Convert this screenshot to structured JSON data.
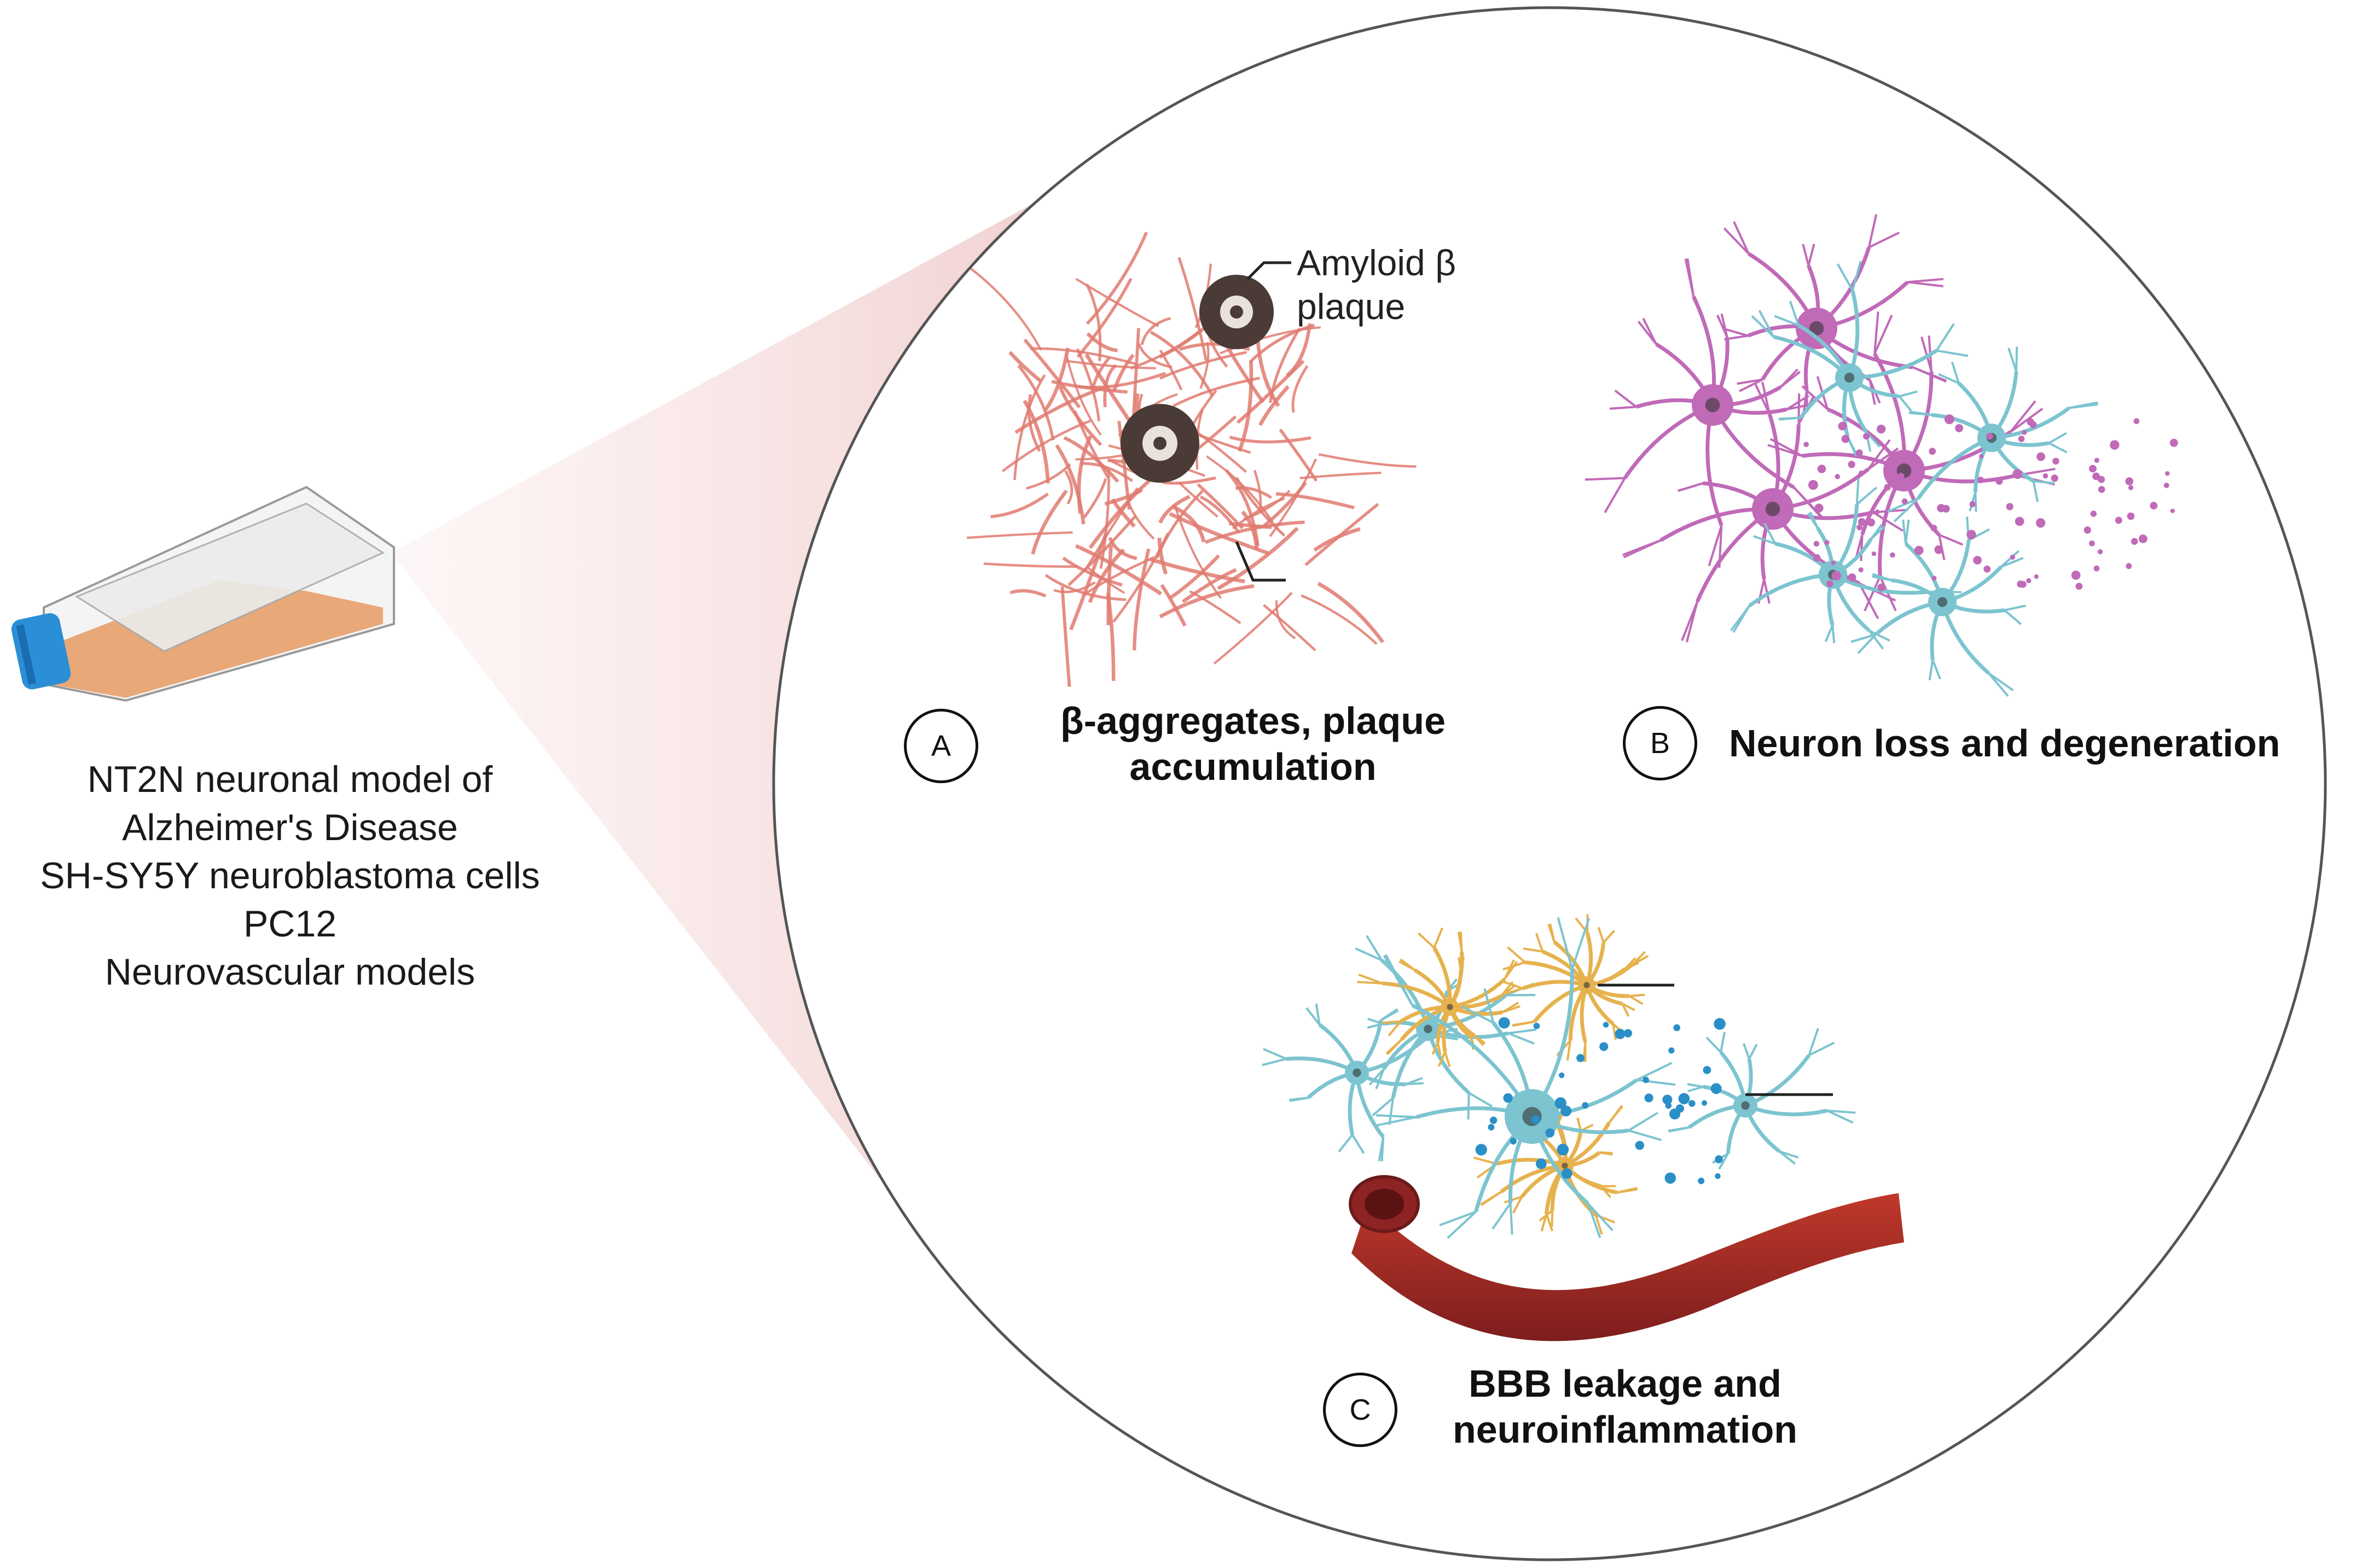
{
  "flask_caption": [
    "NT2N neuronal model of",
    "Alzheimer's Disease",
    "SH-SY5Y neuroblastoma cells",
    "PC12",
    "Neurovascular models"
  ],
  "amyloid_label": [
    "Amyloid β",
    "plaque"
  ],
  "panels": {
    "a": {
      "letter": "A",
      "title": [
        "β-aggregates, plaque",
        "accumulation"
      ]
    },
    "b": {
      "letter": "B",
      "title": [
        "Neuron loss and degeneration"
      ]
    },
    "c": {
      "letter": "C",
      "title": [
        "BBB leakage and",
        "neuroinflammation"
      ]
    }
  },
  "colors": {
    "fibril": "#e07a70",
    "plaque": "#4a3b36",
    "neuron_pink": "#c06ab8",
    "neuron_teal": "#7cc4d0",
    "astrocyte": "#e6b24e",
    "vessel": "#a52a2a",
    "flask_liquid": "#e8a06a",
    "cap": "#2a8fd6",
    "cone": "#f3d2d2"
  }
}
